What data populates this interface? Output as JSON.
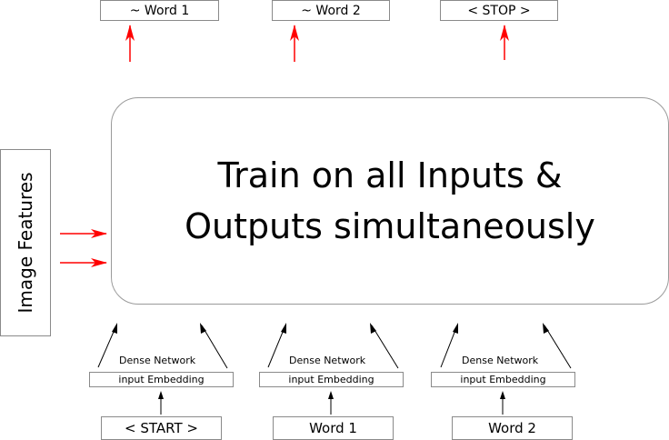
{
  "outputs": [
    "~ Word 1",
    "~ Word 2",
    "< STOP >"
  ],
  "main": {
    "line1": "Train on all Inputs &",
    "line2": "Outputs simultaneously"
  },
  "image_features": "Image Features",
  "columns": [
    {
      "dense": "Dense Network",
      "embedding": "input Embedding",
      "word": "< START >"
    },
    {
      "dense": "Dense Network",
      "embedding": "input Embedding",
      "word": "Word 1"
    },
    {
      "dense": "Dense Network",
      "embedding": "input Embedding",
      "word": "Word 2"
    }
  ],
  "colors": {
    "output_arrow": "#ff0000",
    "input_arrow": "#000000",
    "border": "#8a8a8a"
  }
}
